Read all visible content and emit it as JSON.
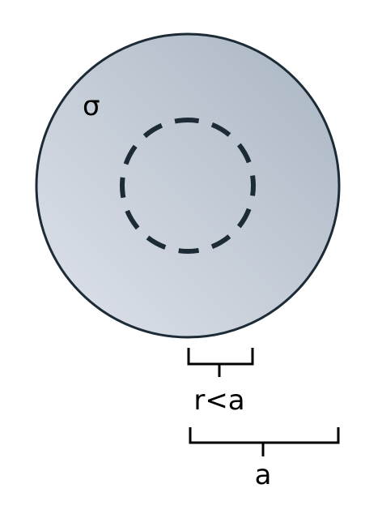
{
  "diagram": {
    "sphere": {
      "symbol": "σ",
      "fill_light": "#dfe3ea",
      "fill_dark": "#a9b5c3",
      "stroke": "#1c2b36"
    },
    "gaussian_surface": {
      "style": "dashed",
      "stroke": "#1c2b36"
    },
    "inner_radius": {
      "label": "r<a"
    },
    "outer_radius": {
      "label": "a"
    }
  }
}
